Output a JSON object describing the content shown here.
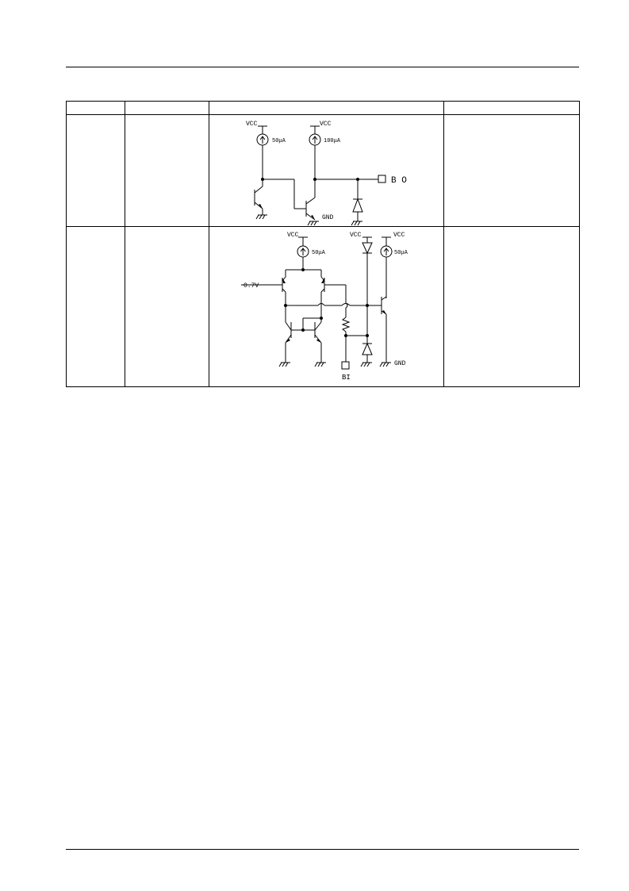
{
  "table": {
    "header": [
      "",
      "",
      "",
      ""
    ],
    "rows": [
      {
        "cells": [
          "",
          "",
          ""
        ],
        "circuit": {
          "labels": {
            "vcc1": "VCC",
            "vcc2": "VCC",
            "i1": "50μA",
            "i2": "100μA",
            "gnd": "GND",
            "out": "B O"
          }
        }
      },
      {
        "cells": [
          "",
          "",
          ""
        ],
        "circuit": {
          "labels": {
            "vcc1": "VCC",
            "vcc2": "VCC",
            "vcc3": "VCC",
            "i1": "50μA",
            "i2": "50μA",
            "vin": "0.7V",
            "gnd": "GND",
            "pin": "BI"
          }
        }
      }
    ]
  }
}
